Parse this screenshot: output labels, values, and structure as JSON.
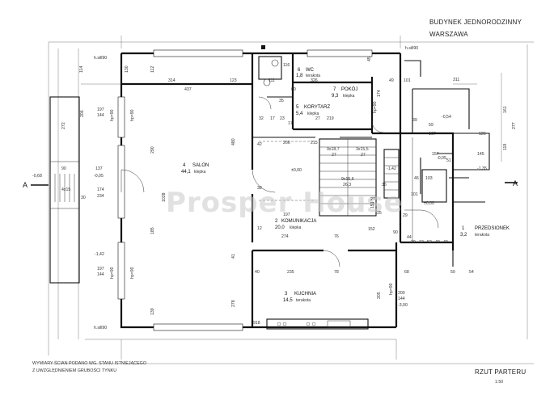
{
  "header": {
    "building": "BUDYNEK JEDNORODZINNY",
    "city": "WARSZAWA"
  },
  "footer": {
    "note_line1": "WYMIARY ŚCIAN PODANO WG. STANU ISTNIEJĄCEGO",
    "note_line2": "Z UWZGLĘDNIENIEM GRUBOŚCI TYNKU",
    "plan_title": "RZUT PARTERU",
    "scale": "1:50"
  },
  "watermark": "Prosper House",
  "section_marks": {
    "left": "A",
    "right": "A"
  },
  "rooms": [
    {
      "id": "salon",
      "number": "4",
      "name": "SALON",
      "area": "44,1",
      "floor": "klepka"
    },
    {
      "id": "komunikacja",
      "number": "2",
      "name": "KOMUNIKACJA",
      "area": "20,0",
      "floor": "klepka"
    },
    {
      "id": "kuchnia",
      "number": "3",
      "name": "KUCHNIA",
      "area": "14,5",
      "floor": "terakota"
    },
    {
      "id": "wc",
      "number": "6",
      "name": "WC",
      "area": "1,8",
      "floor": "terakota"
    },
    {
      "id": "pokoj",
      "number": "7",
      "name": "POKÓJ",
      "area": "9,3",
      "floor": "klepka"
    },
    {
      "id": "korytarz",
      "number": "5",
      "name": "KORYTARZ",
      "area": "5,4",
      "floor": "klepka"
    },
    {
      "id": "przedsionek",
      "number": "1",
      "name": "PRZEDSIONEK",
      "area": "3,2",
      "floor": "terakota"
    }
  ],
  "levels": {
    "l1": "±0,00",
    "l2": "-0,05",
    "l3": "-0,68",
    "l4": "-1,42",
    "l5": "-1,42",
    "l6": "-0,54",
    "l7": "-1,35",
    "l8": "±0,00",
    "l9": "-3,00",
    "l10": "-0,05"
  },
  "stairs": {
    "s1": "9x18,7",
    "s2": "27",
    "s3": "3x15,5",
    "s4": "27",
    "s5": "9x15,6",
    "s6": "26,3"
  },
  "dims": {
    "d0": "114",
    "d1": "272",
    "d2": "206",
    "d3": "90",
    "d4": "137",
    "d5": "4x15",
    "d6": "30",
    "d7": "174",
    "d8": "234",
    "d9": "197",
    "d10": "144",
    "d11": "197",
    "d12": "144",
    "d13": "112",
    "d14": "130",
    "d15": "314",
    "d16": "437",
    "d17": "123",
    "d18": "480",
    "d19": "1028",
    "d20": "290",
    "d21": "185",
    "d22": "139",
    "d23": "278",
    "d24": "41",
    "d25": "116",
    "d26": "326",
    "d27": "219",
    "d28": "174",
    "d29": "266",
    "d30": "235",
    "d31": "78",
    "d32": "274",
    "d33": "76",
    "d34": "40",
    "d35": "197",
    "d36": "205",
    "d37": "200",
    "d38": "144",
    "d39": "68",
    "d40": "311",
    "d41": "161",
    "d42": "277",
    "d43": "119",
    "d44": "145",
    "d45": "157",
    "d46": "101",
    "d47": "51",
    "d48": "90",
    "d49": "44",
    "d50": "54",
    "d51": "50",
    "d52": "918",
    "d53": "45",
    "d54": "32",
    "d55": "17",
    "d56": "23",
    "d57": "27",
    "d58": "49",
    "d59": "60",
    "d60": "215",
    "d61": "101",
    "d62": "35",
    "d63": "151",
    "d64": "59",
    "d65": "52",
    "d66": "40",
    "d67": "12",
    "d68": "40",
    "d69": "30",
    "d70": "167",
    "d71": "29",
    "d72": "152",
    "d73": "39",
    "d74": "126",
    "d75": "103",
    "d76": "46",
    "d77": "111",
    "d78": "38",
    "d79": "27",
    "d80": "12",
    "d81": "42",
    "d82": "17",
    "d83": "25",
    "d84": "36"
  },
  "tags": {
    "hp_left1": "hp=90",
    "hp_left2": "hp=90",
    "hp_right1": "hp=90",
    "hp_right2": "hp=90",
    "hp_mid": "hp=90",
    "hp_b": "hp=90",
    "sill1": "h.sill90",
    "sill2": "h.sill90",
    "sill3": "h.sill90"
  }
}
